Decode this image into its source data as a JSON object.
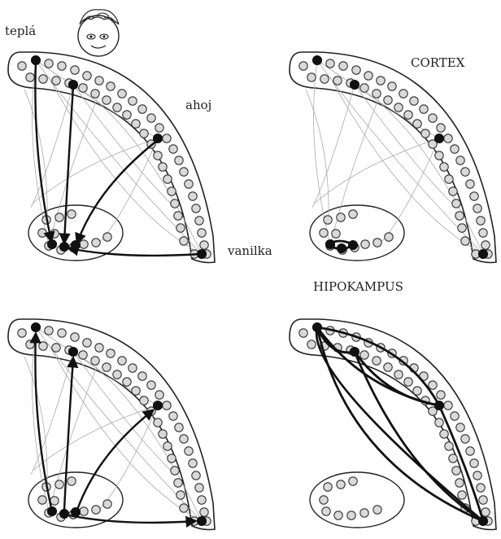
{
  "labels": {
    "warm": "teplá",
    "hello": "ahoj",
    "vanilla": "vanilka",
    "cortex": "CORTEX",
    "hippocampus": "HIPOKAMPUS"
  }
}
